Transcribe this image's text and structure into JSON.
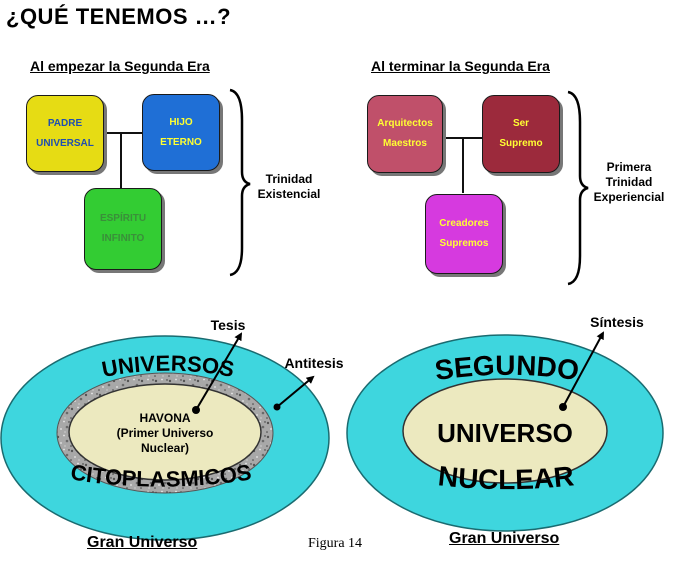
{
  "title": "¿QUÉ TENEMOS …?",
  "left_panel": {
    "heading": "Al empezar la Segunda Era",
    "boxes": {
      "padre": [
        "PADRE",
        "UNIVERSAL"
      ],
      "hijo": [
        "HIJO",
        "ETERNO"
      ],
      "espiritu": [
        "ESPÍRITU",
        "INFINITO"
      ]
    },
    "brace_label": [
      "Trinidad",
      "Existencial"
    ]
  },
  "right_panel": {
    "heading": "Al terminar la Segunda Era",
    "boxes": {
      "arquitectos": [
        "Arquitectos",
        "Maestros"
      ],
      "ser": [
        "Ser",
        "Supremo"
      ],
      "creadores": [
        "Creadores",
        "Supremos"
      ]
    },
    "brace_label": [
      "Primera",
      "Trinidad",
      "Experiencial"
    ]
  },
  "left_diagram": {
    "top_word": "UNIVERSOS",
    "bottom_word": "CITOPLASMICOS",
    "center": [
      "HAVONA",
      "(Primer Universo",
      "Nuclear)"
    ],
    "tesis_label": "Tesis",
    "antitesis_label": "Antitesis",
    "caption": "Gran Universo"
  },
  "right_diagram": {
    "top_word": "SEGUNDO",
    "center_word": "UNIVERSO",
    "bottom_word": "NUCLEAR",
    "sintesis_label": "Síntesis",
    "caption": "Gran Universo"
  },
  "figure_caption": "Figura 14",
  "colors": {
    "padre": "#e6dc14",
    "hijo": "#1f6fd6",
    "espiritu": "#33cc33",
    "arquitectos": "#c0506a",
    "ser": "#9c2a3c",
    "creadores": "#d63adf",
    "outer_ring": "#3ed6de",
    "inner_core": "#ece9bf"
  }
}
